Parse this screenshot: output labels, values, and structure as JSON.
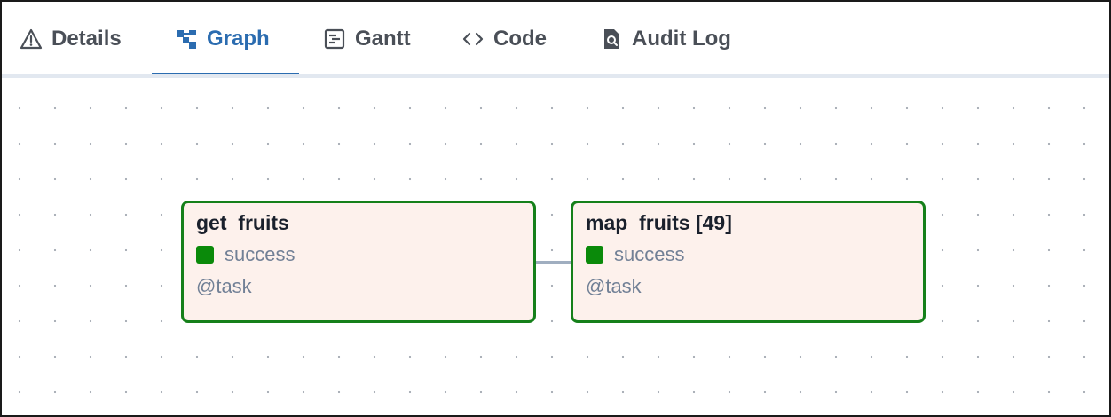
{
  "tabs": [
    {
      "label": "Details",
      "icon": "warning-triangle-icon",
      "active": false
    },
    {
      "label": "Graph",
      "icon": "graph-icon",
      "active": true
    },
    {
      "label": "Gantt",
      "icon": "gantt-icon",
      "active": false
    },
    {
      "label": "Code",
      "icon": "code-icon",
      "active": false
    },
    {
      "label": "Audit Log",
      "icon": "audit-log-icon",
      "active": false
    }
  ],
  "graph": {
    "nodes": [
      {
        "title": "get_fruits",
        "state": "success",
        "operator": "@task"
      },
      {
        "title": "map_fruits [49]",
        "state": "success",
        "operator": "@task"
      }
    ]
  },
  "colors": {
    "active_tab": "#2b6cb0",
    "success": "#0a8a0a",
    "node_border": "#15801a",
    "node_background": "#fdf1ec"
  }
}
